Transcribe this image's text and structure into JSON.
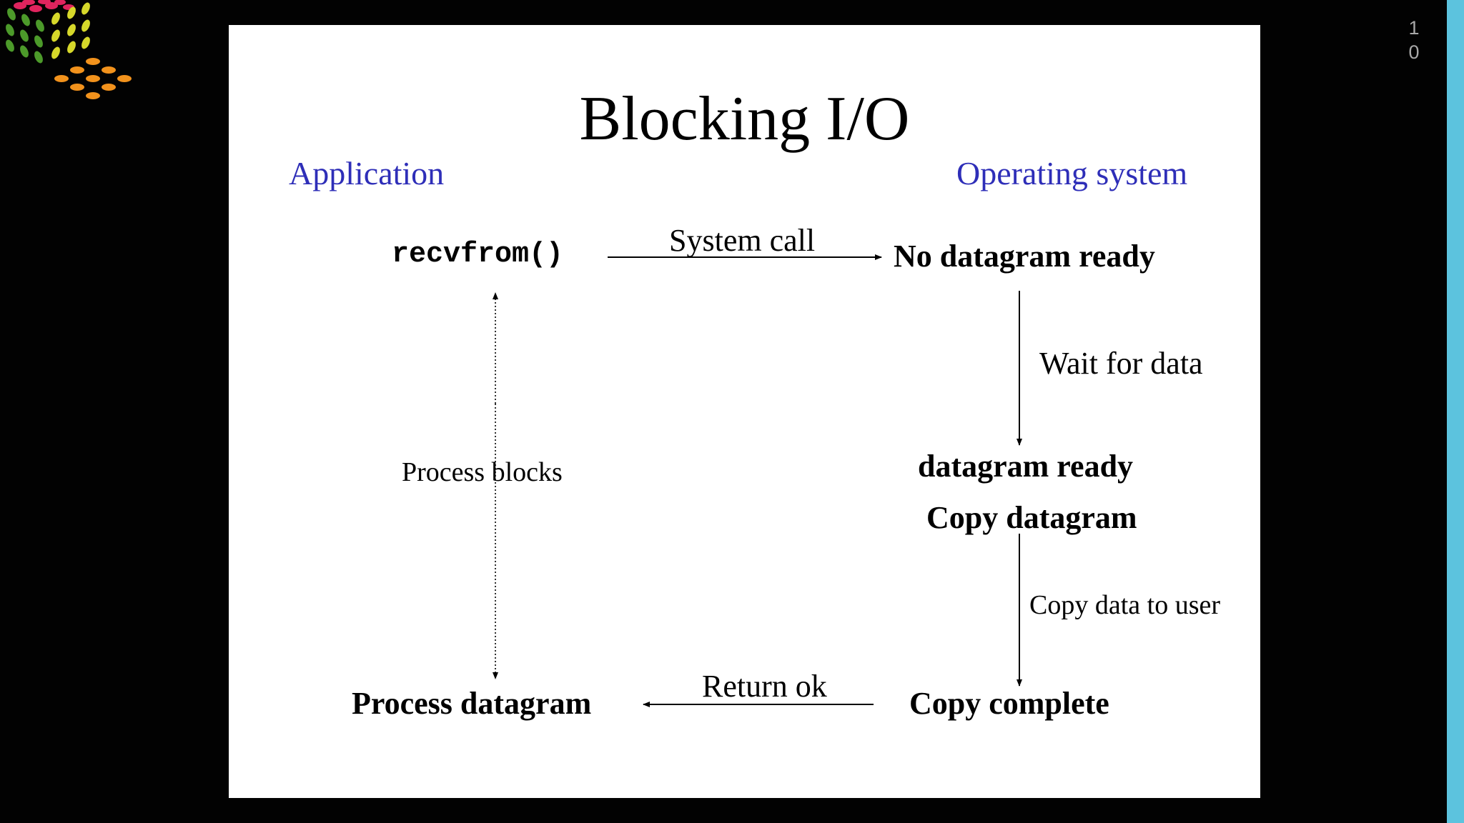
{
  "slide": {
    "title": "Blocking I/O",
    "left_heading": "Application",
    "right_heading": "Operating system",
    "recvfrom": "recvfrom()",
    "system_call": "System call",
    "no_datagram": "No datagram ready",
    "wait_for_data": "Wait for data",
    "datagram_ready": "datagram ready",
    "copy_datagram": "Copy datagram",
    "process_blocks": "Process blocks",
    "copy_data_to_user": "Copy data to user",
    "return_ok": "Return ok",
    "process_datagram": "Process datagram",
    "copy_complete": "Copy complete"
  },
  "page_number": [
    "1",
    "0"
  ],
  "colors": {
    "heading_blue": "#2e2eb8",
    "right_strip": "#5cc3de",
    "background": "#020202"
  }
}
